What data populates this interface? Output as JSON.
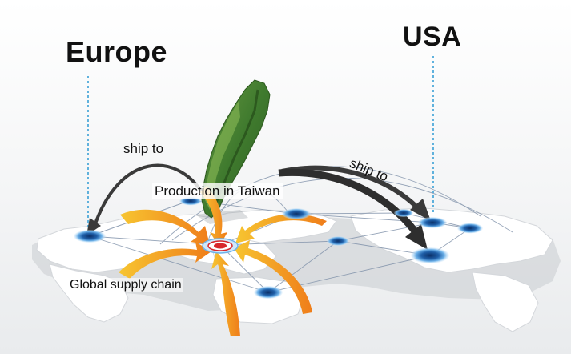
{
  "labels": {
    "europe": "Europe",
    "usa": "USA",
    "ship_to_left": "ship to",
    "ship_to_right": "ship to",
    "production": "Production in Taiwan",
    "global_supply": "Global supply chain"
  },
  "colors": {
    "map_land": "#ffffff",
    "map_shadow": "#c9ccd0",
    "taiwan_green": "#3f7a2e",
    "taiwan_highlight": "#8fbf5a",
    "node_blue": "#1f5fa8",
    "node_glow": "#6fb3ea",
    "hub_red": "#d7262b",
    "arrow_orange": "#f39a1e",
    "arrow_yellow": "#f7c531",
    "ship_arrow": "#3a3a3a",
    "dash_line": "#3aa0d6",
    "route_line": "#7d8fa8"
  },
  "icons": {
    "hub": "target-node-icon",
    "node": "location-node-icon"
  }
}
